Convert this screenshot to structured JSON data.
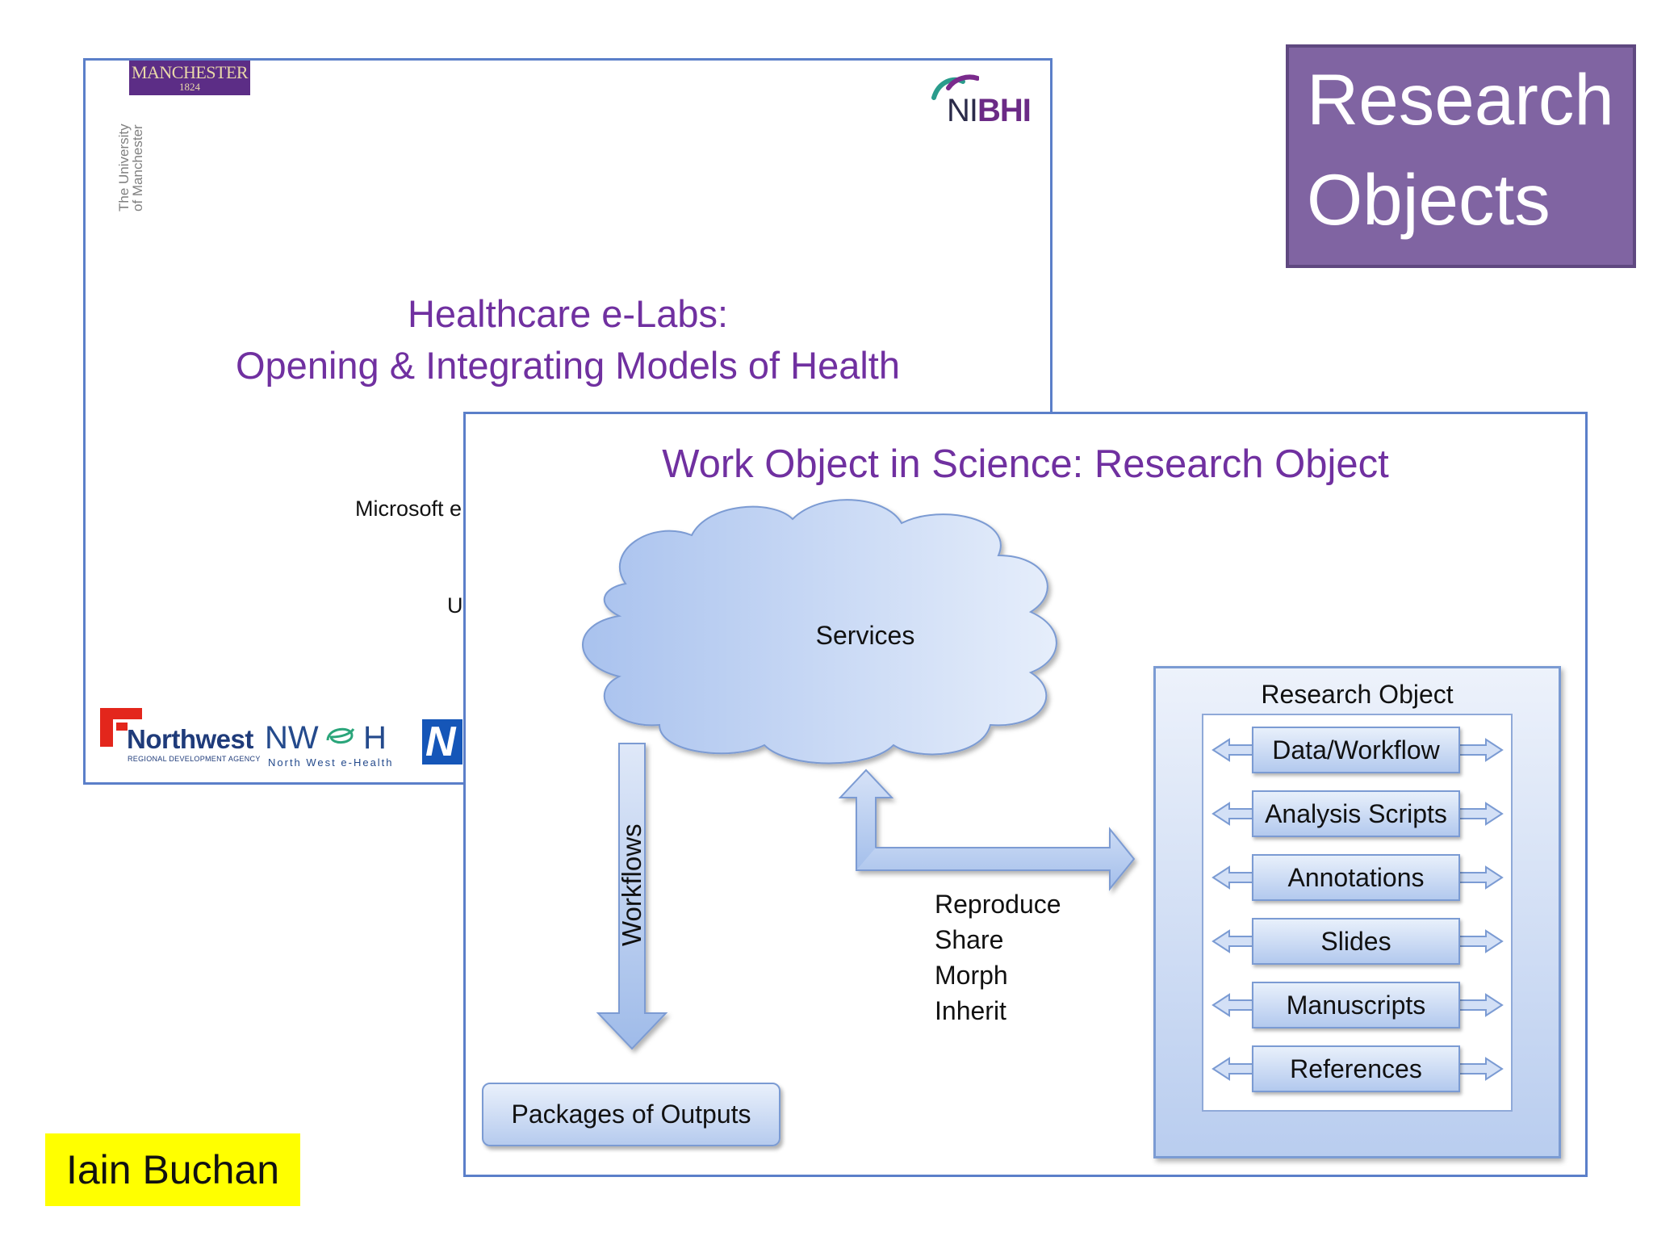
{
  "title_box": {
    "line1": "Research",
    "line2": "Objects",
    "bg_color": "#8064a2"
  },
  "back_slide": {
    "manchester_logo": {
      "name": "MANCHESTER",
      "year": "1824"
    },
    "university_text": {
      "line1": "The University",
      "line2": "of Manchester"
    },
    "nibhi_logo": {
      "ni": "NI",
      "bhi": "BHI"
    },
    "title": {
      "line1": "Healthcare e-Labs:",
      "line2": "Opening & Integrating Models of Health"
    },
    "partial_line1": "Microsoft e",
    "partial_line2": "U",
    "footer_logos": {
      "northwest": {
        "name": "Northwest",
        "subtitle": "REGIONAL DEVELOPMENT AGENCY"
      },
      "nweh": {
        "name": "NW H",
        "subtitle": "North West e-Health"
      },
      "nhs_fragment": "N"
    }
  },
  "front_slide": {
    "title": "Work Object in Science: Research Object",
    "cloud_label": "Services",
    "workflows_label": "Workflows",
    "verbs": [
      "Reproduce",
      "Share",
      "Morph",
      "Inherit"
    ],
    "outputs_box": "Packages of Outputs",
    "research_object": {
      "title": "Research Object",
      "items": [
        "Data/Workflow",
        "Analysis Scripts",
        "Annotations",
        "Slides",
        "Manuscripts",
        "References"
      ]
    }
  },
  "author": "Iain Buchan",
  "colors": {
    "title_purple": "#7030a0",
    "slide_border": "#5b7fc9",
    "author_bg": "#ffff00",
    "shape_blue": "#b3c9ee"
  }
}
